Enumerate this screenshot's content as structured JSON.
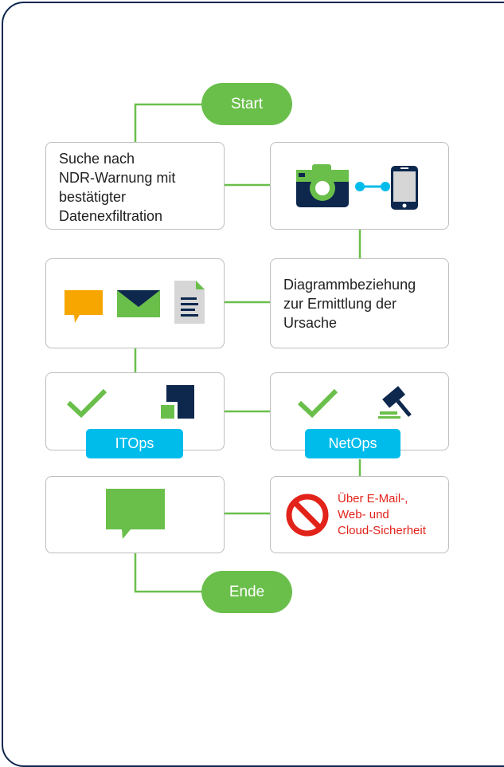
{
  "flow": {
    "start_label": "Start",
    "end_label": "Ende",
    "step_search": "Suche nach\nNDR-Warnung mit\nbestätigter\nDatenexfiltration",
    "step_graph": "Diagrammbeziehung\nzur Ermittlung der\nUrsache",
    "itops_label": "ITOps",
    "netops_label": "NetOps",
    "block_text": "Über E-Mail-,\nWeb- und\nCloud-Sicherheit"
  },
  "colors": {
    "frame": "#0d274d",
    "connector": "#6abf4b",
    "pill": "#6abf4b",
    "tag": "#00bceb",
    "warning": "#e2231a",
    "chat": "#f7a600",
    "mail": "#6abf4b",
    "navy": "#0d274d"
  },
  "icons": [
    "camera-icon",
    "link-icon",
    "phone-icon",
    "chat-icon",
    "mail-icon",
    "document-icon",
    "checkmark-icon",
    "app-icon",
    "gavel-icon",
    "message-icon",
    "prohibited-icon"
  ]
}
